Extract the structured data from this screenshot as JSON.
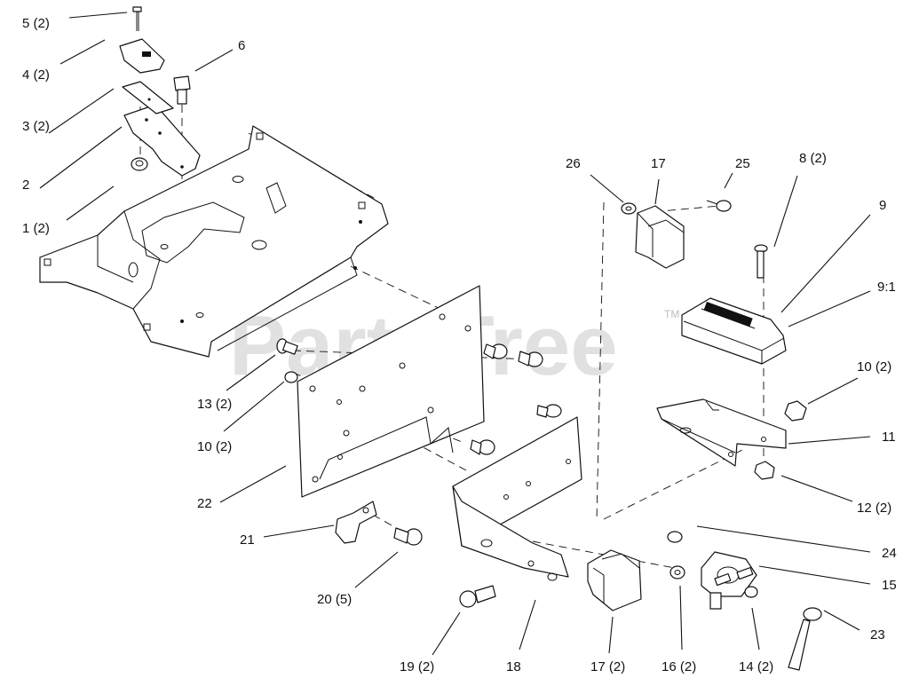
{
  "watermark": {
    "text": "PartsTree",
    "trademark": "TM"
  },
  "callouts": [
    {
      "id": "c5",
      "text": "5 (2)"
    },
    {
      "id": "c4",
      "text": "4 (2)"
    },
    {
      "id": "c3",
      "text": "3 (2)"
    },
    {
      "id": "c2",
      "text": "2"
    },
    {
      "id": "c1",
      "text": "1 (2)"
    },
    {
      "id": "c6",
      "text": "6"
    },
    {
      "id": "c26",
      "text": "26"
    },
    {
      "id": "c17a",
      "text": "17"
    },
    {
      "id": "c25",
      "text": "25"
    },
    {
      "id": "c8",
      "text": "8 (2)"
    },
    {
      "id": "c9",
      "text": "9"
    },
    {
      "id": "c91",
      "text": "9:1"
    },
    {
      "id": "c10b",
      "text": "10 (2)"
    },
    {
      "id": "c11",
      "text": "11"
    },
    {
      "id": "c12",
      "text": "12 (2)"
    },
    {
      "id": "c24",
      "text": "24"
    },
    {
      "id": "c15",
      "text": "15"
    },
    {
      "id": "c23",
      "text": "23"
    },
    {
      "id": "c13",
      "text": "13 (2)"
    },
    {
      "id": "c10a",
      "text": "10 (2)"
    },
    {
      "id": "c22",
      "text": "22"
    },
    {
      "id": "c21",
      "text": "21"
    },
    {
      "id": "c20",
      "text": "20 (5)"
    },
    {
      "id": "c19",
      "text": "19 (2)"
    },
    {
      "id": "c18",
      "text": "18"
    },
    {
      "id": "c17b",
      "text": "17 (2)"
    },
    {
      "id": "c16",
      "text": "16 (2)"
    },
    {
      "id": "c14",
      "text": "14 (2)"
    }
  ]
}
